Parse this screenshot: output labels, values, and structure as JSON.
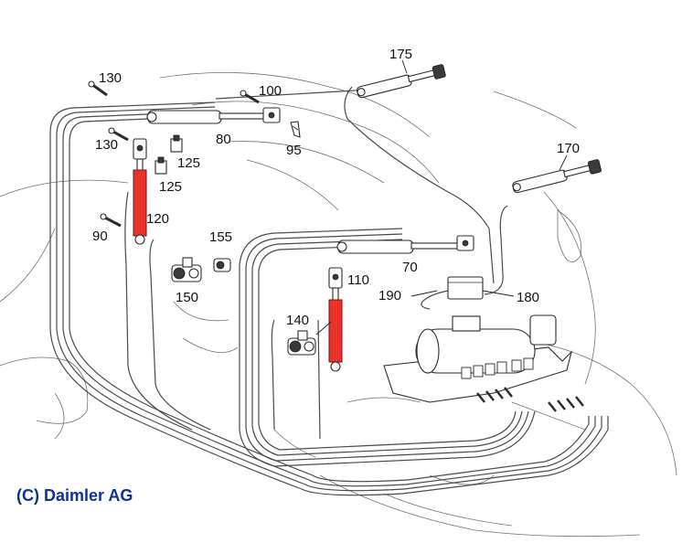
{
  "labels": {
    "p130a": "130",
    "p100": "100",
    "p130b": "130",
    "p80": "80",
    "p95": "95",
    "p125a": "125",
    "p125b": "125",
    "p120": "120",
    "p90": "90",
    "p155": "155",
    "p150": "150",
    "p175": "175",
    "p170": "170",
    "p70": "70",
    "p110": "110",
    "p190": "190",
    "p180": "180",
    "p140": "140"
  },
  "copyright": "(C) Daimler AG",
  "colors": {
    "highlight": "#e8322a",
    "copyright": "#0d2fa0"
  }
}
